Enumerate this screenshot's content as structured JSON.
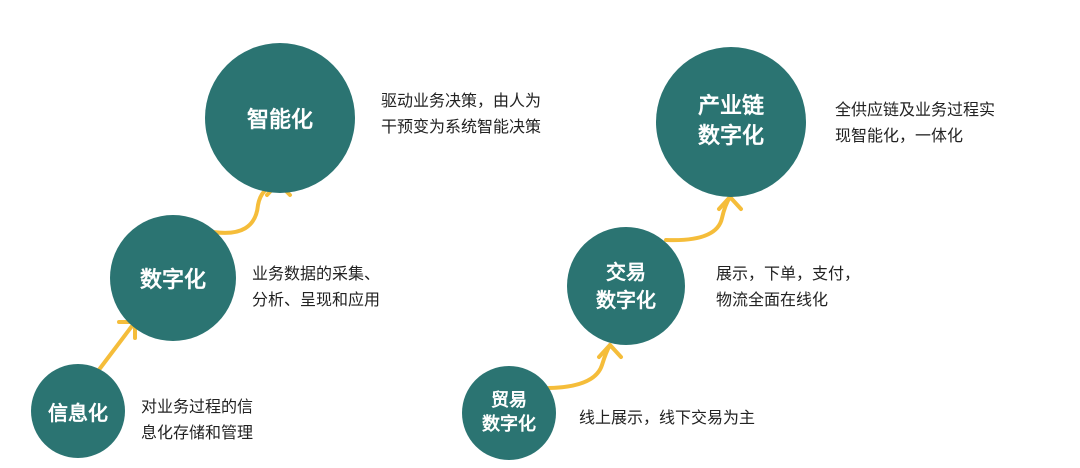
{
  "colors": {
    "circle": "#2b7472",
    "arrow": "#f5bd3a",
    "text": "#222222"
  },
  "left_flow": {
    "stages": [
      {
        "title_lines": [
          "信息化"
        ],
        "desc_lines": [
          "对业务过程的信",
          "息化存储和管理"
        ]
      },
      {
        "title_lines": [
          "数字化"
        ],
        "desc_lines": [
          "业务数据的采集、",
          "分析、呈现和应用"
        ]
      },
      {
        "title_lines": [
          "智能化"
        ],
        "desc_lines": [
          "驱动业务决策，由人为",
          "干预变为系统智能决策"
        ]
      }
    ]
  },
  "right_flow": {
    "stages": [
      {
        "title_lines": [
          "贸易",
          "数字化"
        ],
        "desc_lines": [
          "线上展示，线下交易为主"
        ]
      },
      {
        "title_lines": [
          "交易",
          "数字化"
        ],
        "desc_lines": [
          "展示，下单，支付，",
          "物流全面在线化"
        ]
      },
      {
        "title_lines": [
          "产业链",
          "数字化"
        ],
        "desc_lines": [
          "全供应链及业务过程实",
          "现智能化，一体化"
        ]
      }
    ]
  }
}
